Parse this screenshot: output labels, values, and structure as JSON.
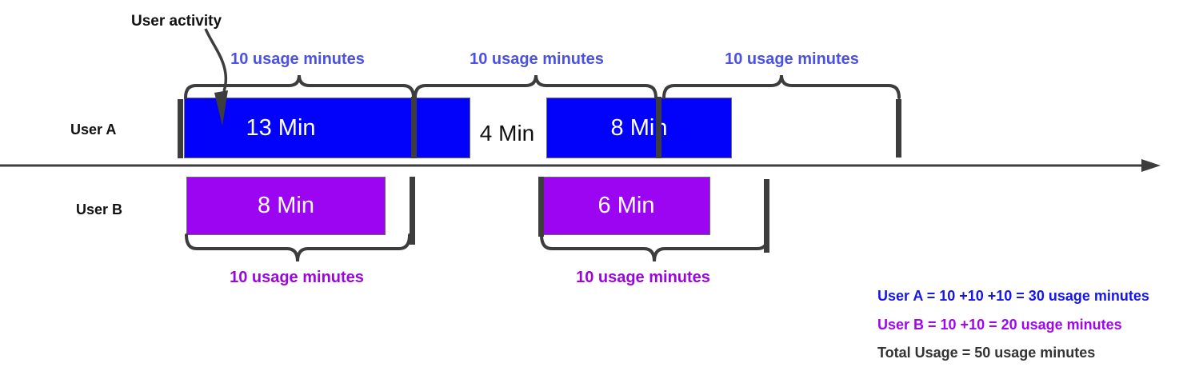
{
  "annotation": {
    "label": "User activity"
  },
  "user_a": {
    "label": "User A",
    "bar1_label": "13 Min",
    "gap_label": "4 Min",
    "bar2_label": "8 Min",
    "brace_labels": [
      "10 usage minutes",
      "10 usage minutes",
      "10 usage minutes"
    ]
  },
  "user_b": {
    "label": "User B",
    "bar1_label": "8 Min",
    "bar2_label": "6 Min",
    "brace_labels": [
      "10 usage minutes",
      "10 usage minutes"
    ]
  },
  "summary": {
    "user_a_line": "User A = 10 +10 +10 = 30 usage minutes",
    "user_b_line": "User B = 10 +10 = 20 usage minutes",
    "total_line": "Total Usage = 50 usage minutes"
  },
  "colors": {
    "bar_blue": "#0202fa",
    "bar_purple": "#9b05f2",
    "bar_text": "#ffffff",
    "brace_label_blue": "#4a51e4",
    "brace_label_purple": "#9a06dd",
    "summary_blue": "#1616ea",
    "summary_purple": "#a005f0",
    "summary_dark": "#333333",
    "line_dark": "#3d3d3d",
    "text_dark": "#111111"
  }
}
